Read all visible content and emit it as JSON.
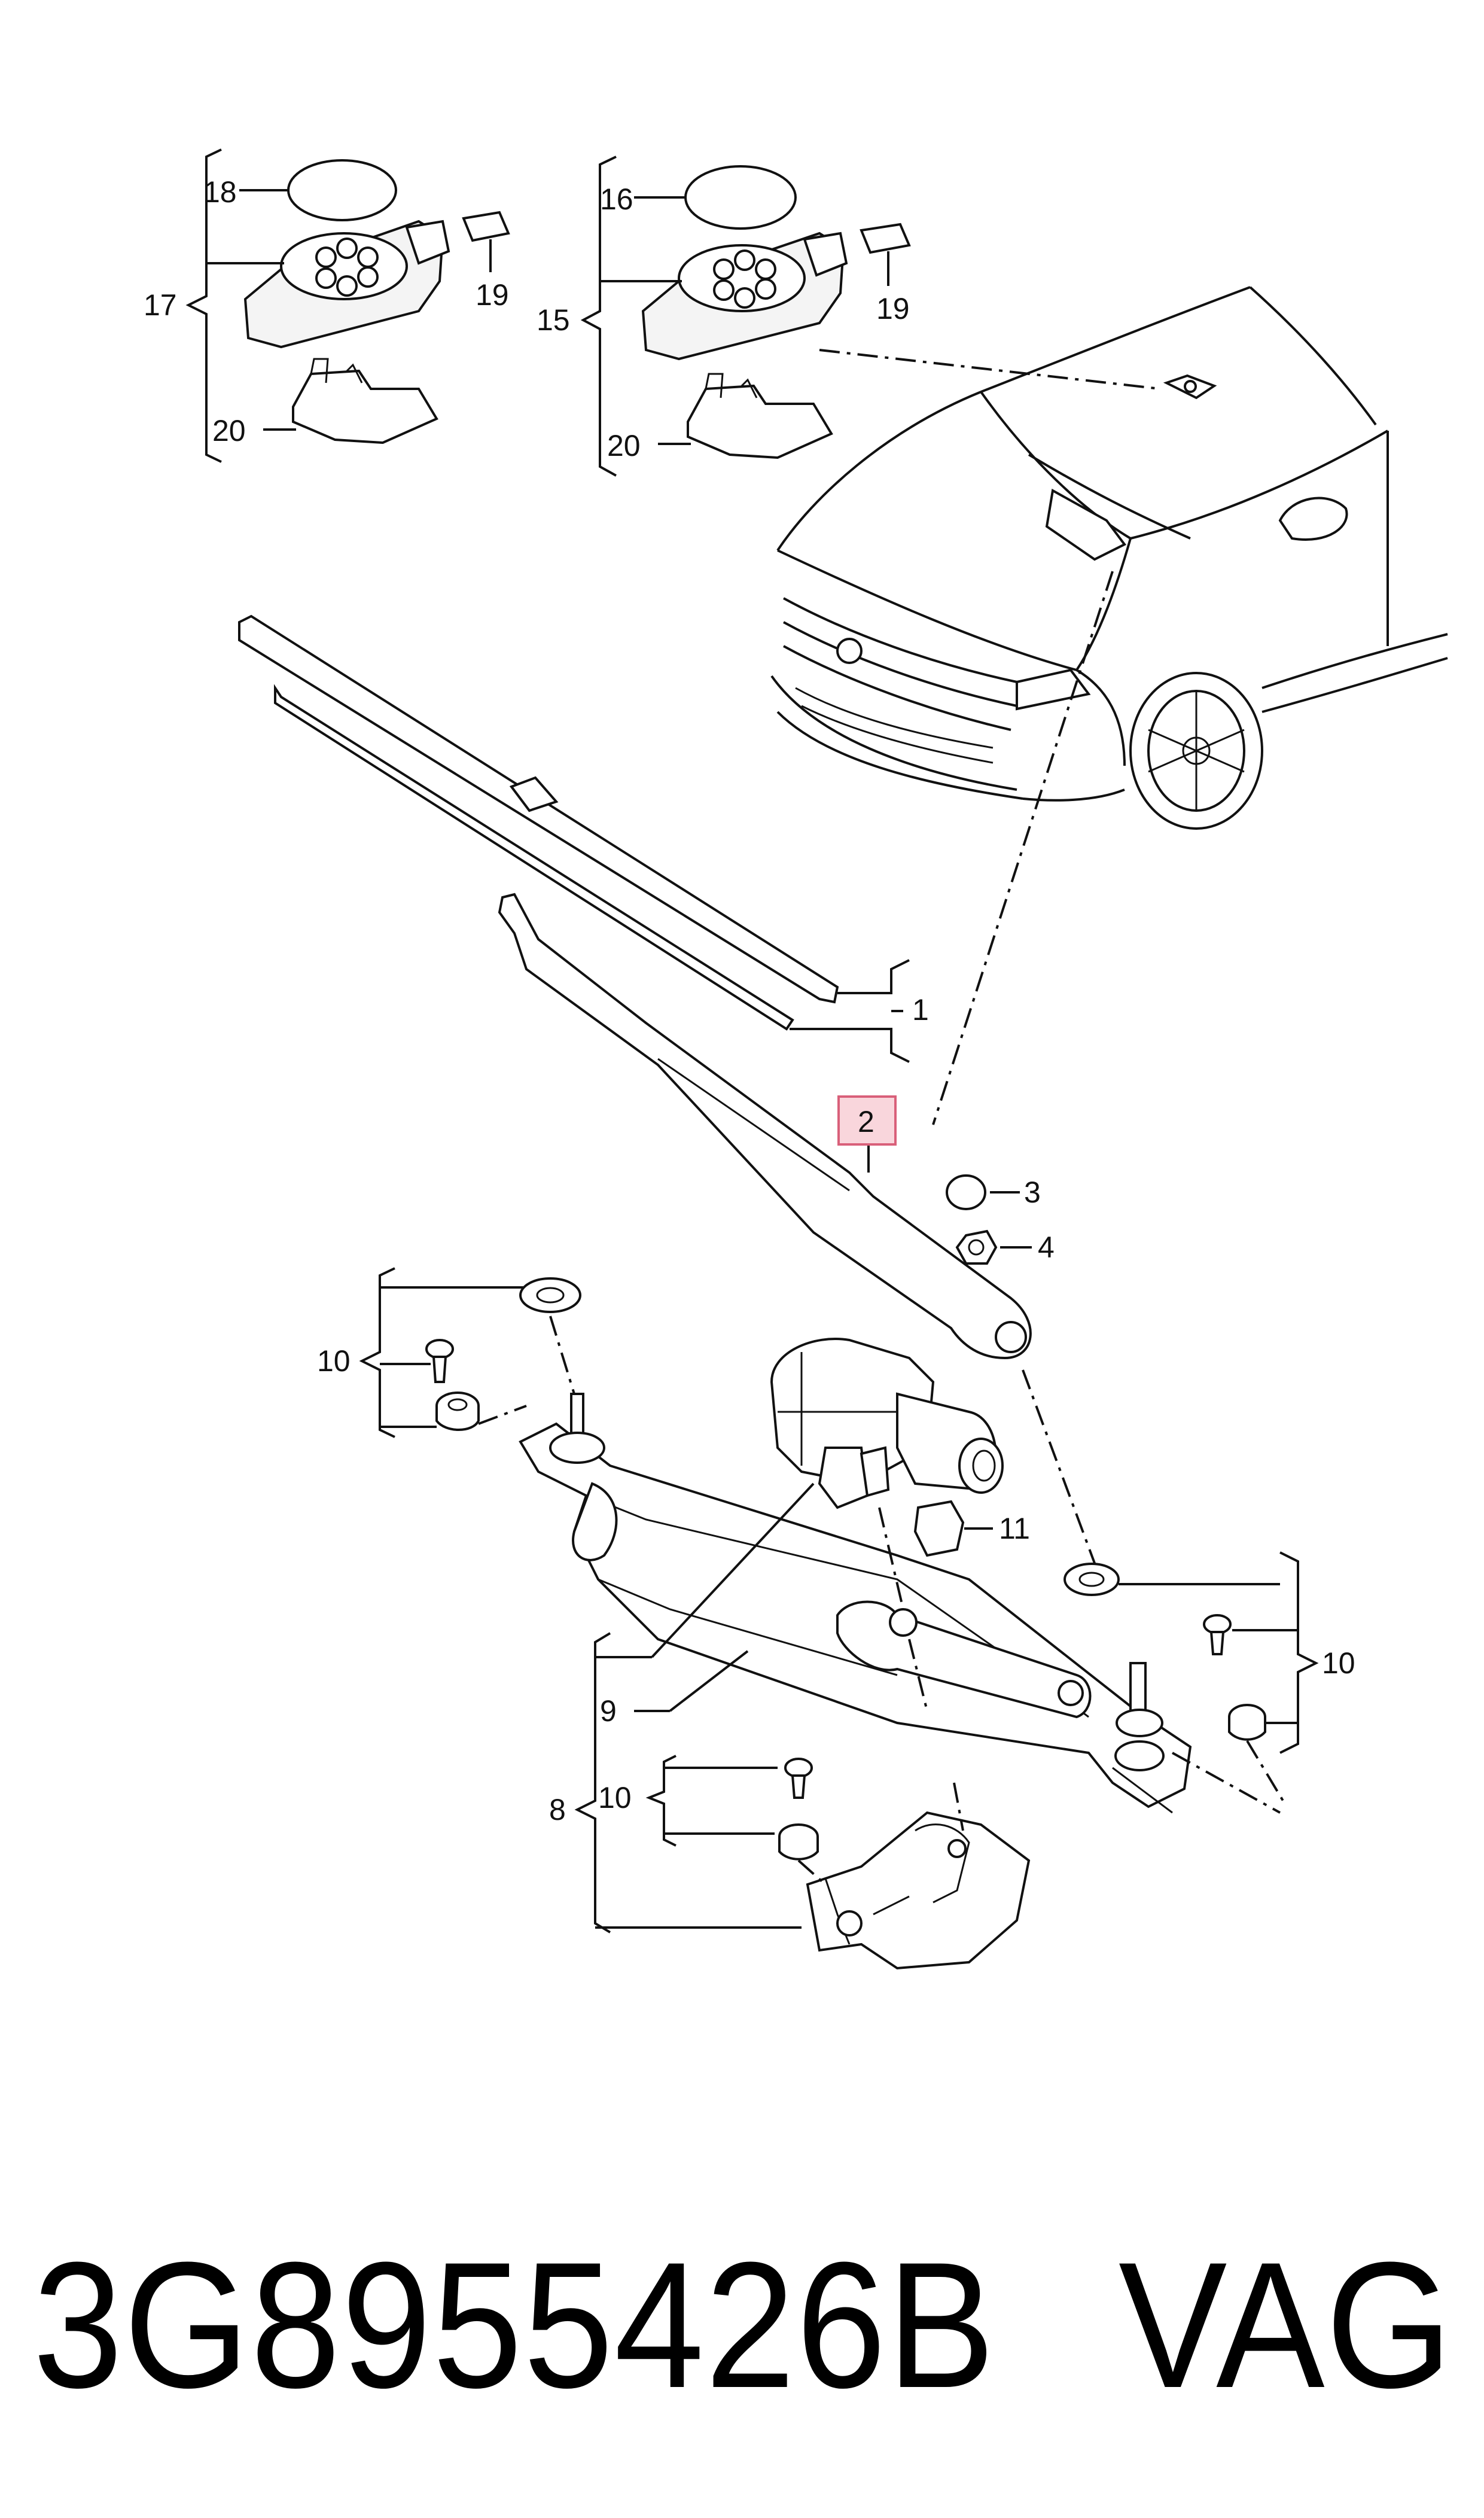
{
  "labels": {
    "p1": "1",
    "p2": "2",
    "p3": "3",
    "p4": "4",
    "p8": "8",
    "p9": "9",
    "p10a": "10",
    "p10b": "10",
    "p10c": "10",
    "p11": "11",
    "p15": "15",
    "p16": "16",
    "p17": "17",
    "p18": "18",
    "p19a": "19",
    "p19b": "19",
    "p20a": "20",
    "p20b": "20"
  },
  "part_number": "3G8955426B",
  "brand": "VAG",
  "colors": {
    "highlight_fill": "#f9d6dc",
    "highlight_stroke": "#d9607a",
    "ink": "#111111"
  },
  "icons": {
    "sensor": "rain-light-sensor-icon",
    "car": "car-front-quarter-icon",
    "motor": "wiper-motor-icon"
  }
}
